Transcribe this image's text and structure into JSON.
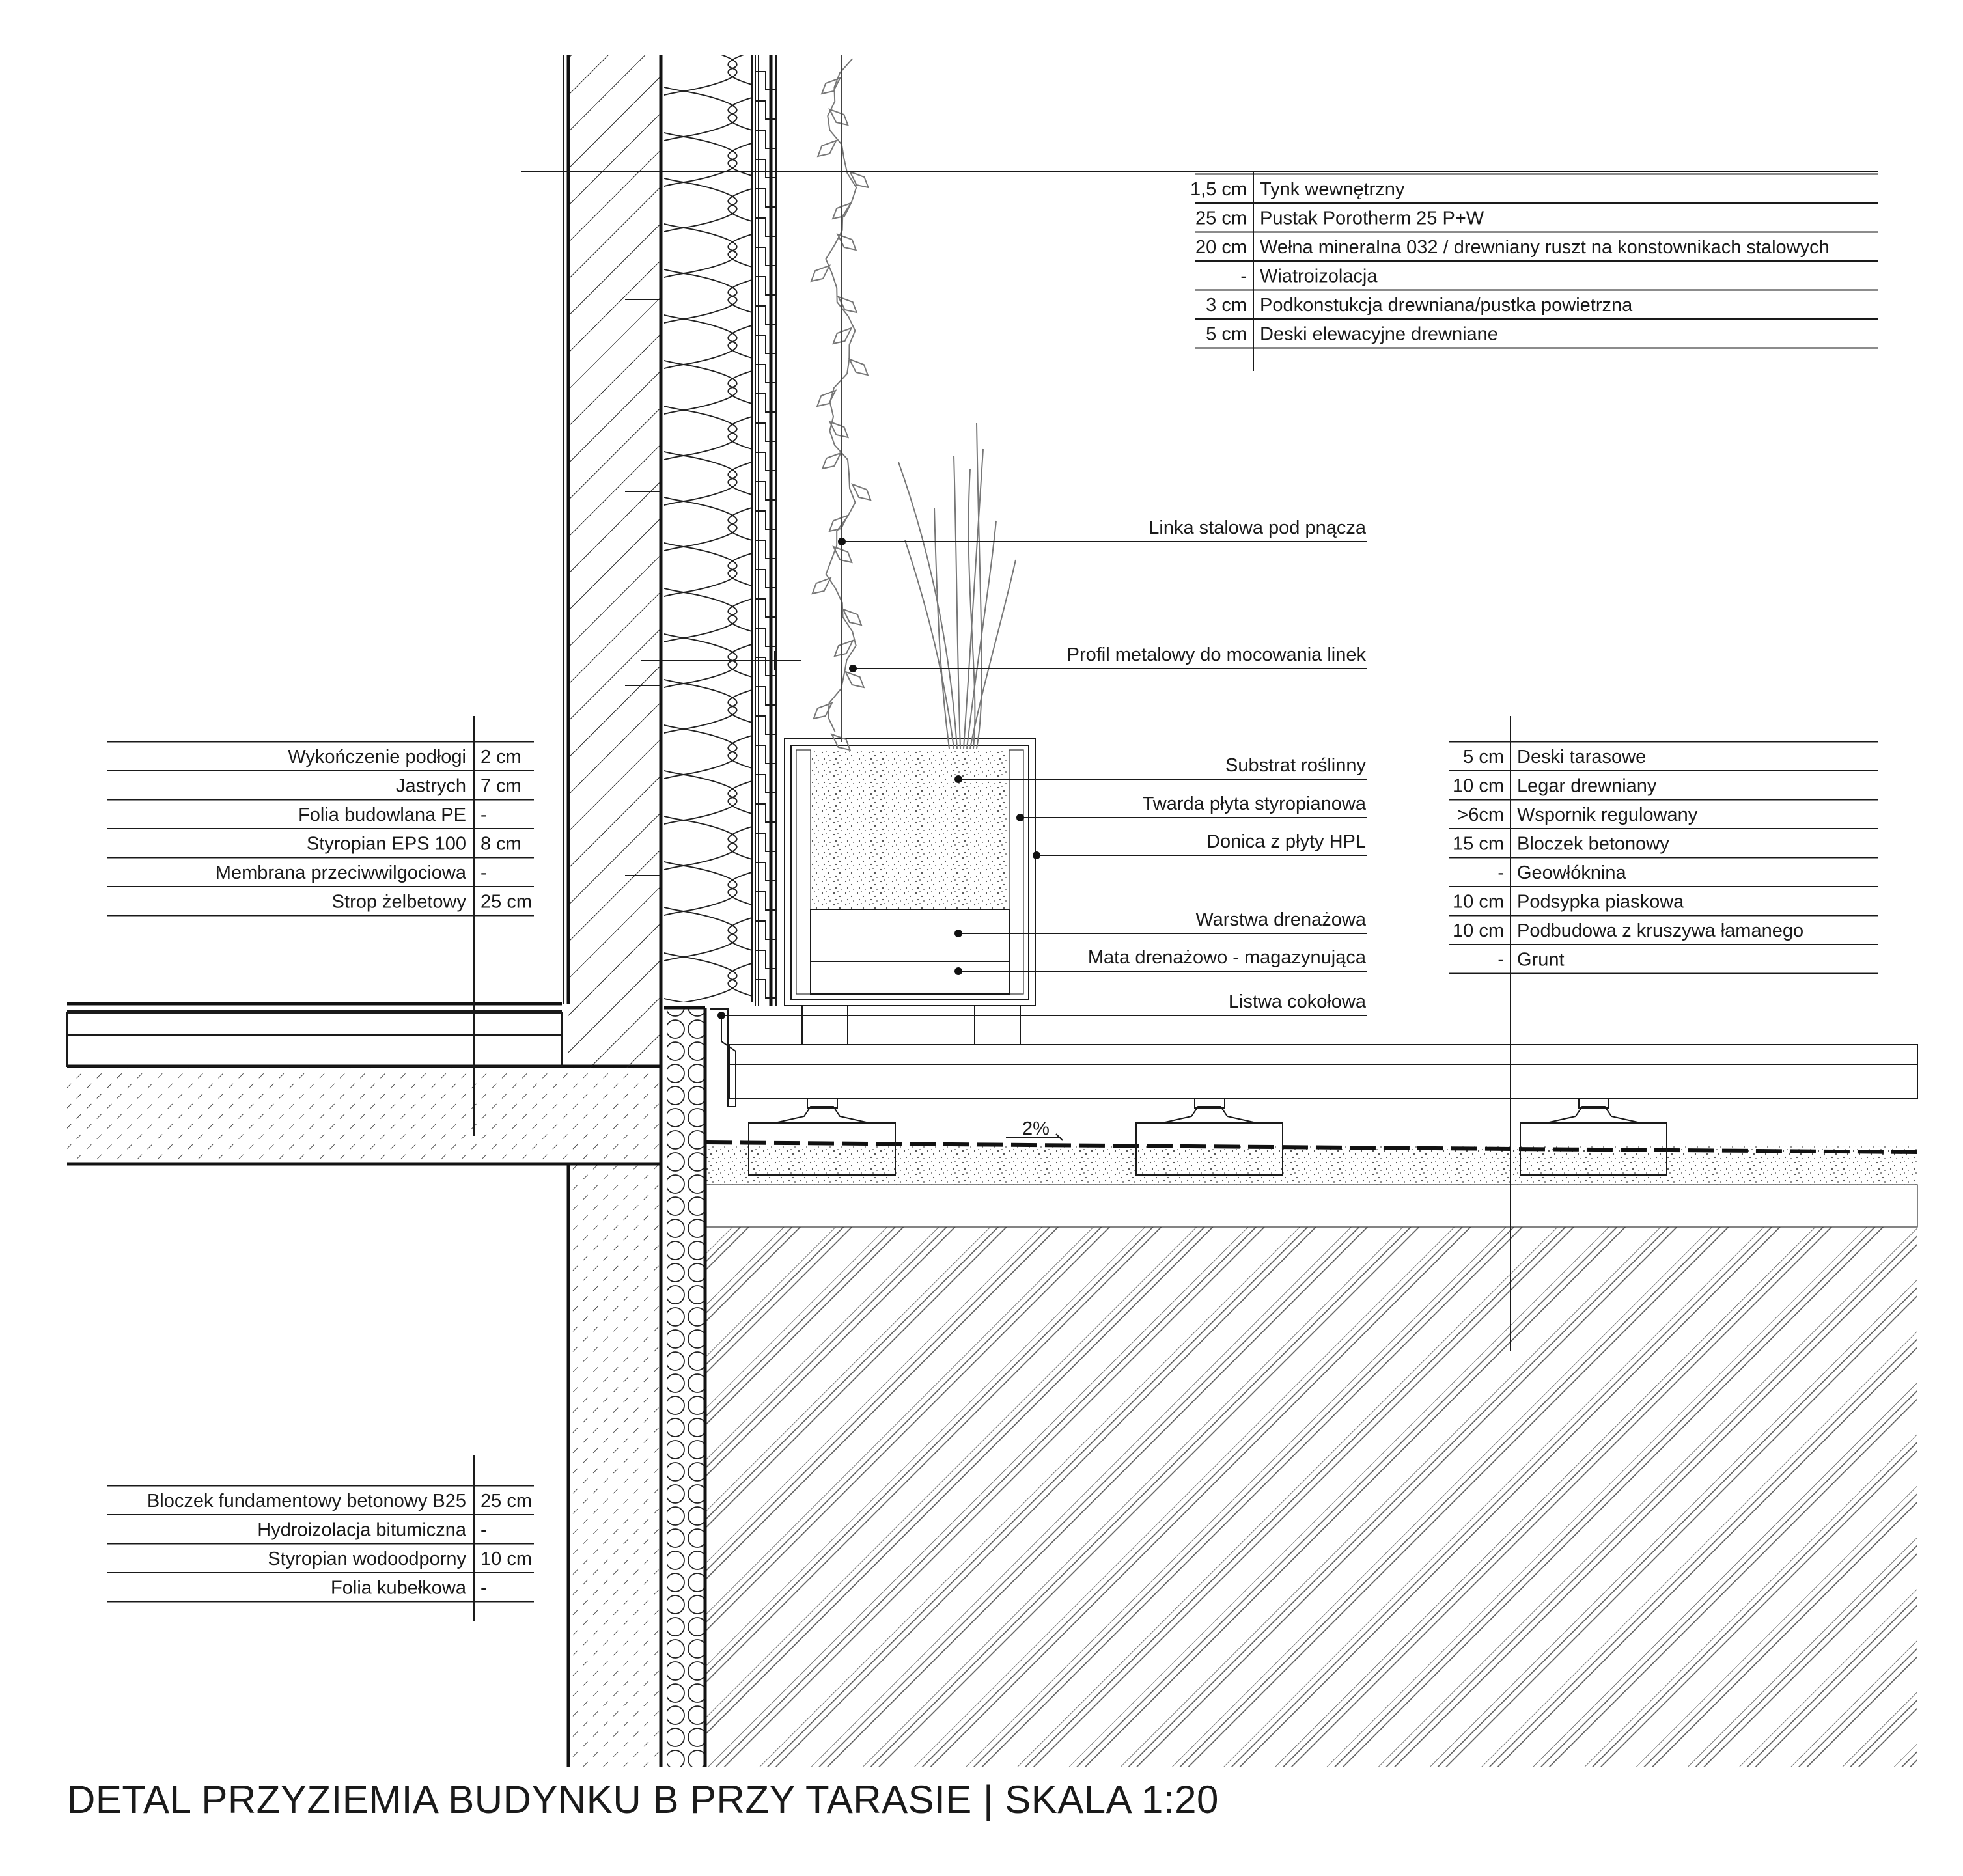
{
  "title": "DETAL PRZYZIEMIA BUDYNKU B PRZY TARASIE | SKALA 1:20",
  "wall_layers": [
    {
      "thickness": "1,5 cm",
      "name": "Tynk wewnętrzny"
    },
    {
      "thickness": "25 cm",
      "name": "Pustak Porotherm 25 P+W"
    },
    {
      "thickness": "20 cm",
      "name": "Wełna mineralna 032 / drewniany ruszt na konstownikach stalowych"
    },
    {
      "thickness": "-",
      "name": "Wiatroizolacja"
    },
    {
      "thickness": "3 cm",
      "name": "Podkonstukcja drewniana/pustka powietrzna"
    },
    {
      "thickness": "5 cm",
      "name": "Deski elewacyjne drewniane"
    }
  ],
  "floor_layers": [
    {
      "name": "Wykończenie podłogi",
      "thickness": "2 cm"
    },
    {
      "name": "Jastrych",
      "thickness": "7 cm"
    },
    {
      "name": "Folia budowlana PE",
      "thickness": "-"
    },
    {
      "name": "Styropian EPS 100",
      "thickness": "8 cm"
    },
    {
      "name": "Membrana przeciwwilgociowa",
      "thickness": "-"
    },
    {
      "name": "Strop żelbetowy",
      "thickness": "25 cm"
    }
  ],
  "terrace_layers": [
    {
      "thickness": "5 cm",
      "name": "Deski tarasowe"
    },
    {
      "thickness": "10 cm",
      "name": "Legar drewniany"
    },
    {
      "thickness": ">6cm",
      "name": "Wspornik regulowany"
    },
    {
      "thickness": "15 cm",
      "name": "Bloczek betonowy"
    },
    {
      "thickness": "-",
      "name": "Geowłóknina"
    },
    {
      "thickness": "10 cm",
      "name": "Podsypka piaskowa"
    },
    {
      "thickness": "10 cm",
      "name": "Podbudowa z kruszywa łamanego"
    },
    {
      "thickness": "-",
      "name": "Grunt"
    }
  ],
  "foundation_layers": [
    {
      "name": "Bloczek fundamentowy betonowy B25",
      "thickness": "25 cm"
    },
    {
      "name": "Hydroizolacja bitumiczna",
      "thickness": "-"
    },
    {
      "name": "Styropian wodoodporny",
      "thickness": "10 cm"
    },
    {
      "name": "Folia kubełkowa",
      "thickness": "-"
    }
  ],
  "callouts": [
    "Linka stalowa pod pnącza",
    "Profil metalowy do mocowania linek",
    "Substrat roślinny",
    "Twarda płyta styropianowa",
    "Donica z płyty HPL",
    "Warstwa drenażowa",
    "Mata drenażowo - magazynująca",
    "Listwa cokołowa"
  ],
  "slope": "2%"
}
